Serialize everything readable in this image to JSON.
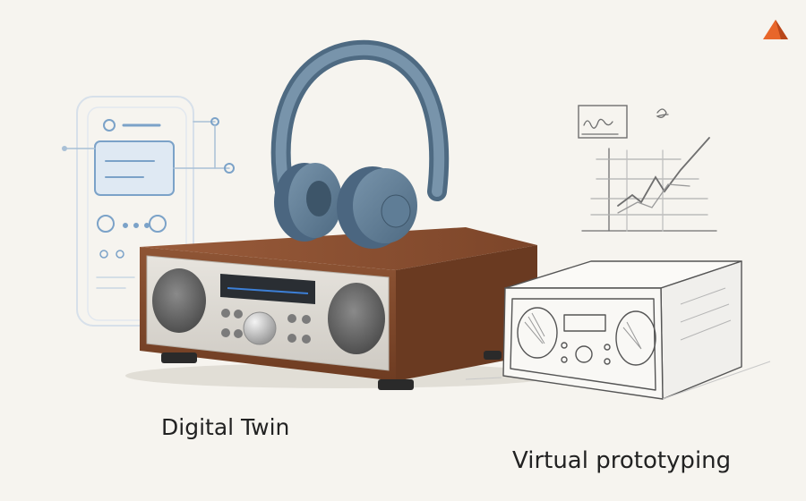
{
  "captions": {
    "digital_twin": "Digital Twin",
    "virtual_prototyping": "Virtual prototyping"
  },
  "icons": {
    "brand_logo": "orange-triangle-logo",
    "device_wireframe": "app-wireframe-sketch",
    "chart_sketch": "hand-drawn-chart-sketch"
  },
  "colors": {
    "background": "#f6f4ef",
    "wood": "#8b5235",
    "headphones": "#5f7d96",
    "wireframe_blue": "#7ba2c8",
    "logo_orange": "#e8662a",
    "sketch_gray": "#6f6f6f"
  }
}
